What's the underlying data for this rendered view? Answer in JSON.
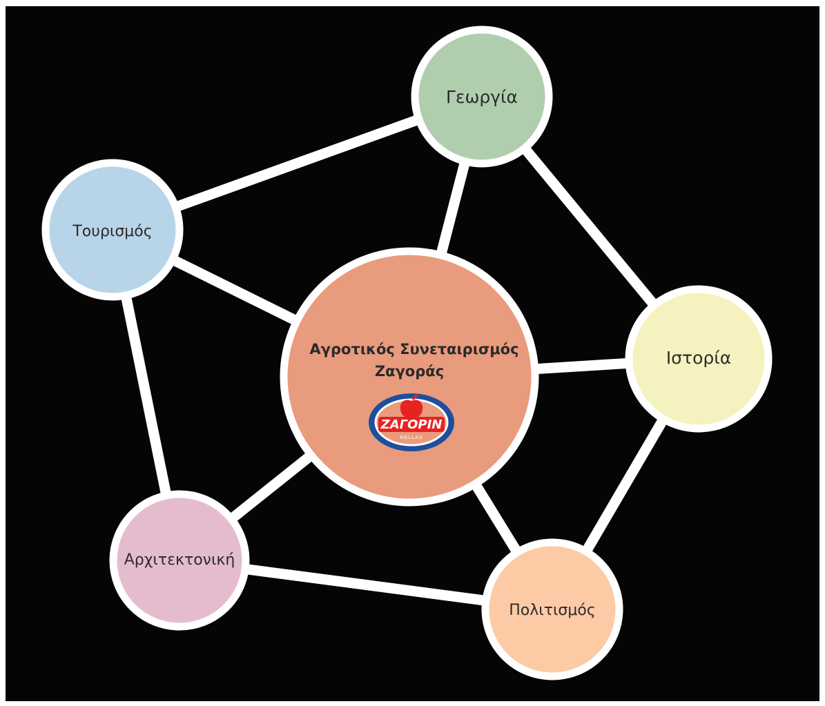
{
  "center": {
    "line1": "Αγροτικός Συνεταιρισμός",
    "line2": "Ζαγοράς",
    "logo": {
      "word": "ΖΑΓΟΡΙΝ",
      "sub": "HELLAS"
    },
    "color": "#E99B7D"
  },
  "nodes": [
    {
      "id": "georgia",
      "label": "Γεωργία",
      "color": "#B0CEAE"
    },
    {
      "id": "tourismos",
      "label": "Τουρισμός",
      "color": "#B8D4E8"
    },
    {
      "id": "istoria",
      "label": "Ιστορία",
      "color": "#F6F2BF"
    },
    {
      "id": "architektoniki",
      "label": "Αρχιτεκτονική",
      "color": "#E5BCCE"
    },
    {
      "id": "politismos",
      "label": "Πολιτισμός",
      "color": "#FCCBA6"
    }
  ],
  "colors": {
    "background": "#050505",
    "ring": "#FFFFFF",
    "logo_blue": "#1D4F9C",
    "logo_red": "#E8231F"
  }
}
